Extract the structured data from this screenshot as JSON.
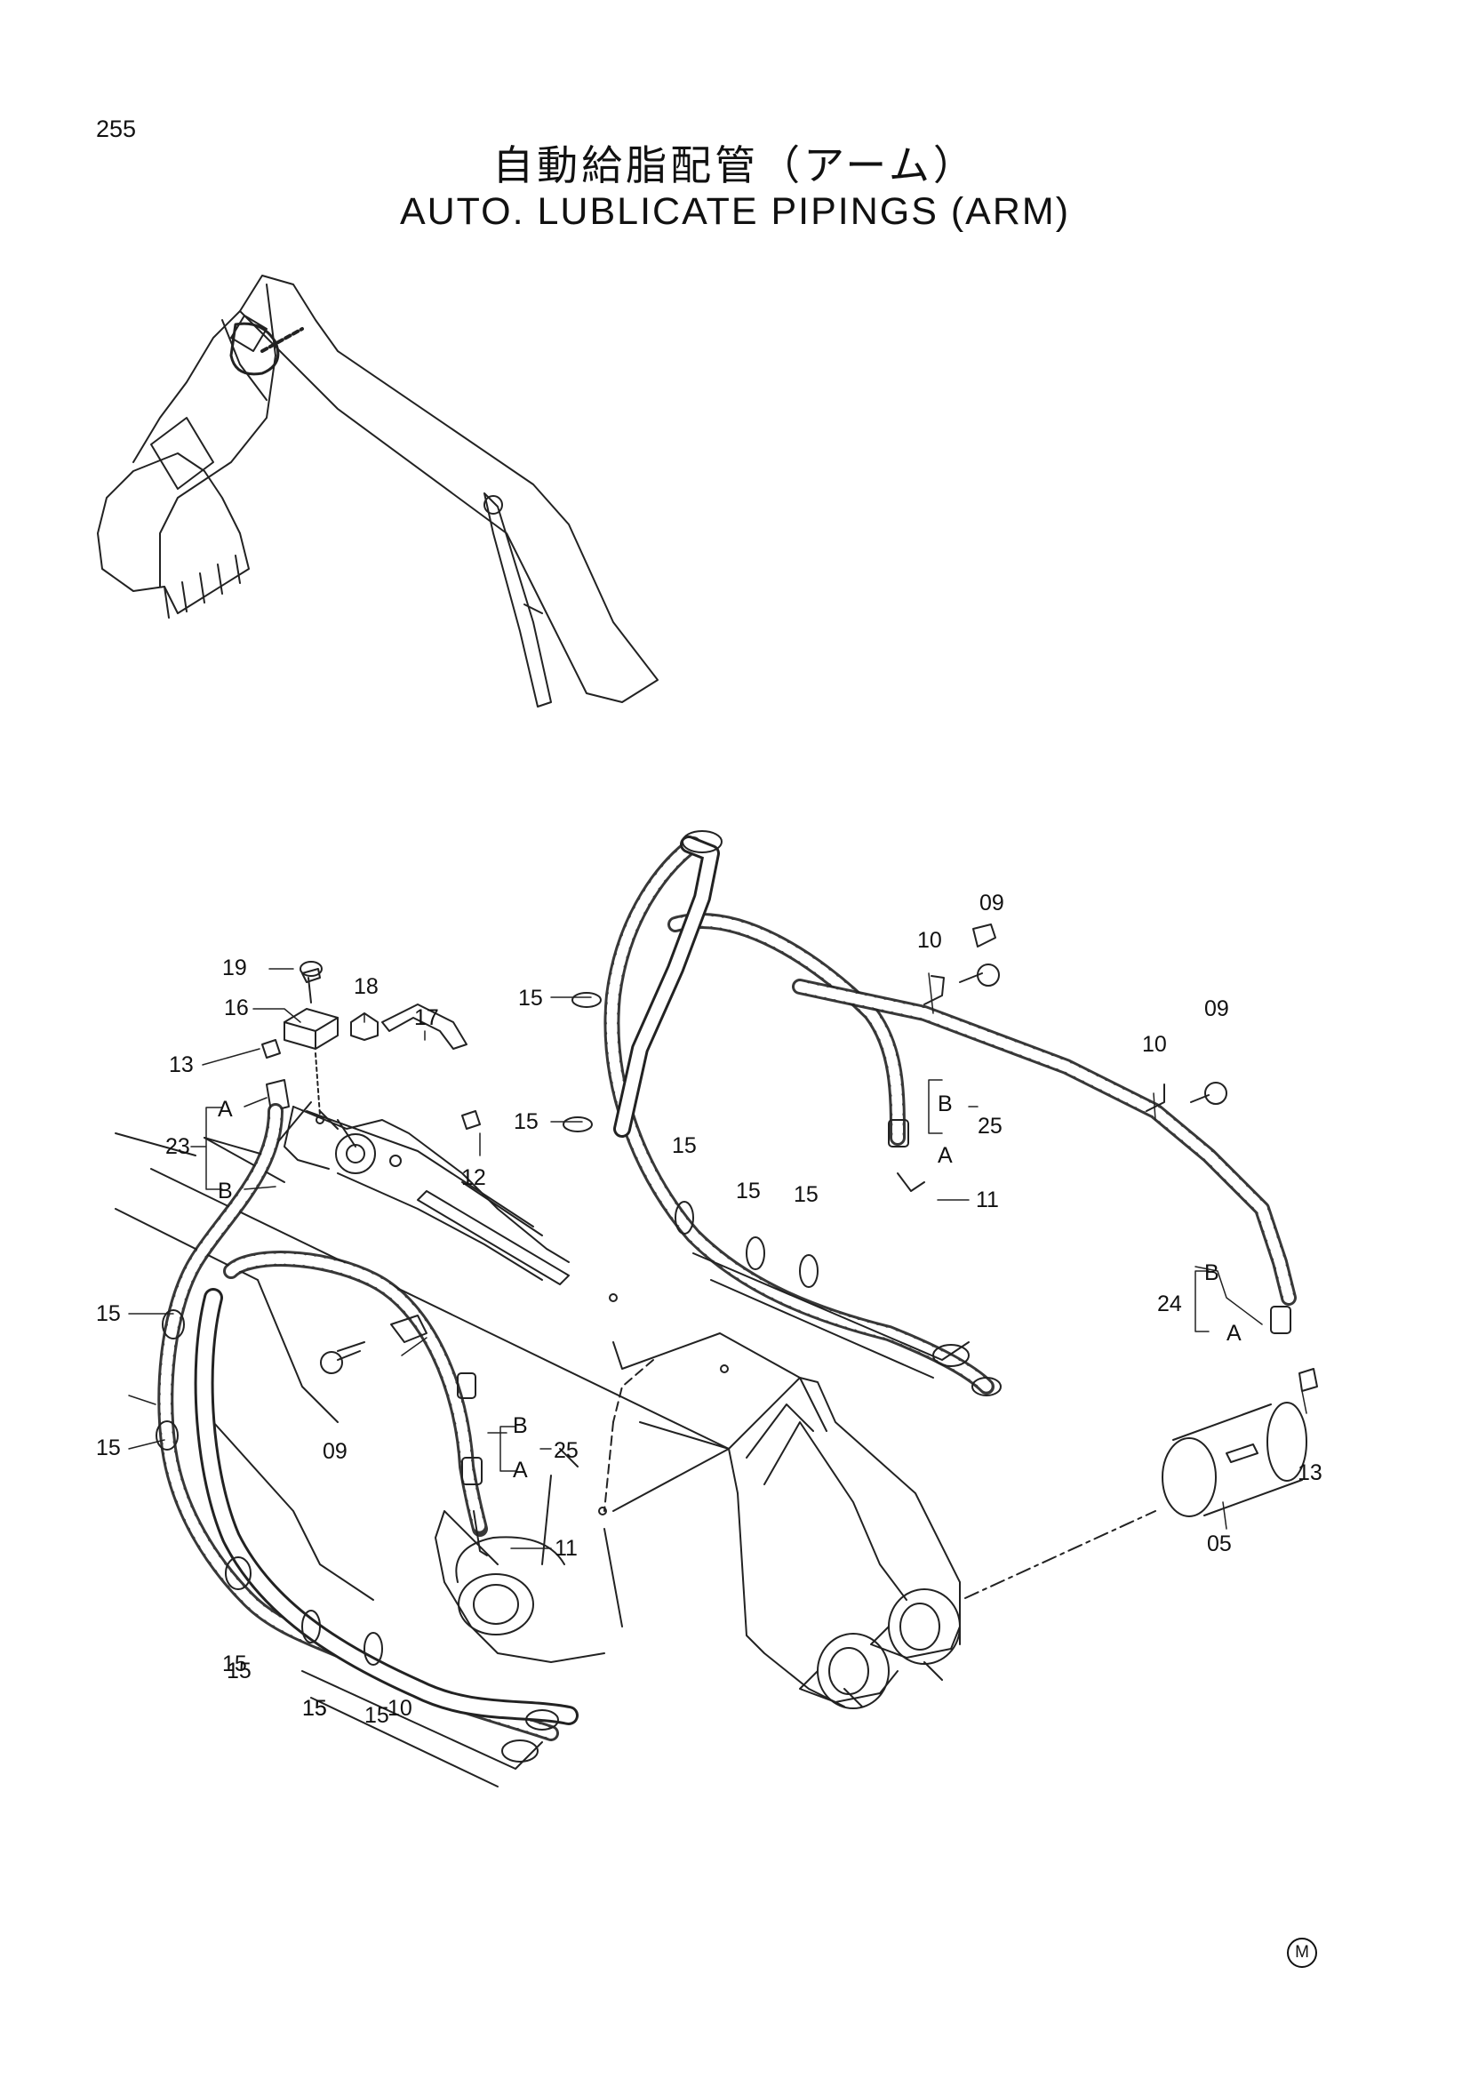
{
  "page_number": "255",
  "title_jp": "自動給脂配管（アーム）",
  "title_en": "AUTO. LUBLICATE PIPINGS (ARM)",
  "callouts": [
    "19",
    "18",
    "17",
    "16",
    "13",
    "23",
    "A",
    "B",
    "12",
    "15",
    "15",
    "15",
    "15",
    "15",
    "15",
    "15",
    "15",
    "15",
    "10",
    "09",
    "25",
    "B",
    "A",
    "11",
    "15",
    "15",
    "15",
    "10",
    "09",
    "10",
    "09",
    "B",
    "25",
    "A",
    "11",
    "24",
    "B",
    "A",
    "13",
    "05"
  ],
  "mark": "M"
}
